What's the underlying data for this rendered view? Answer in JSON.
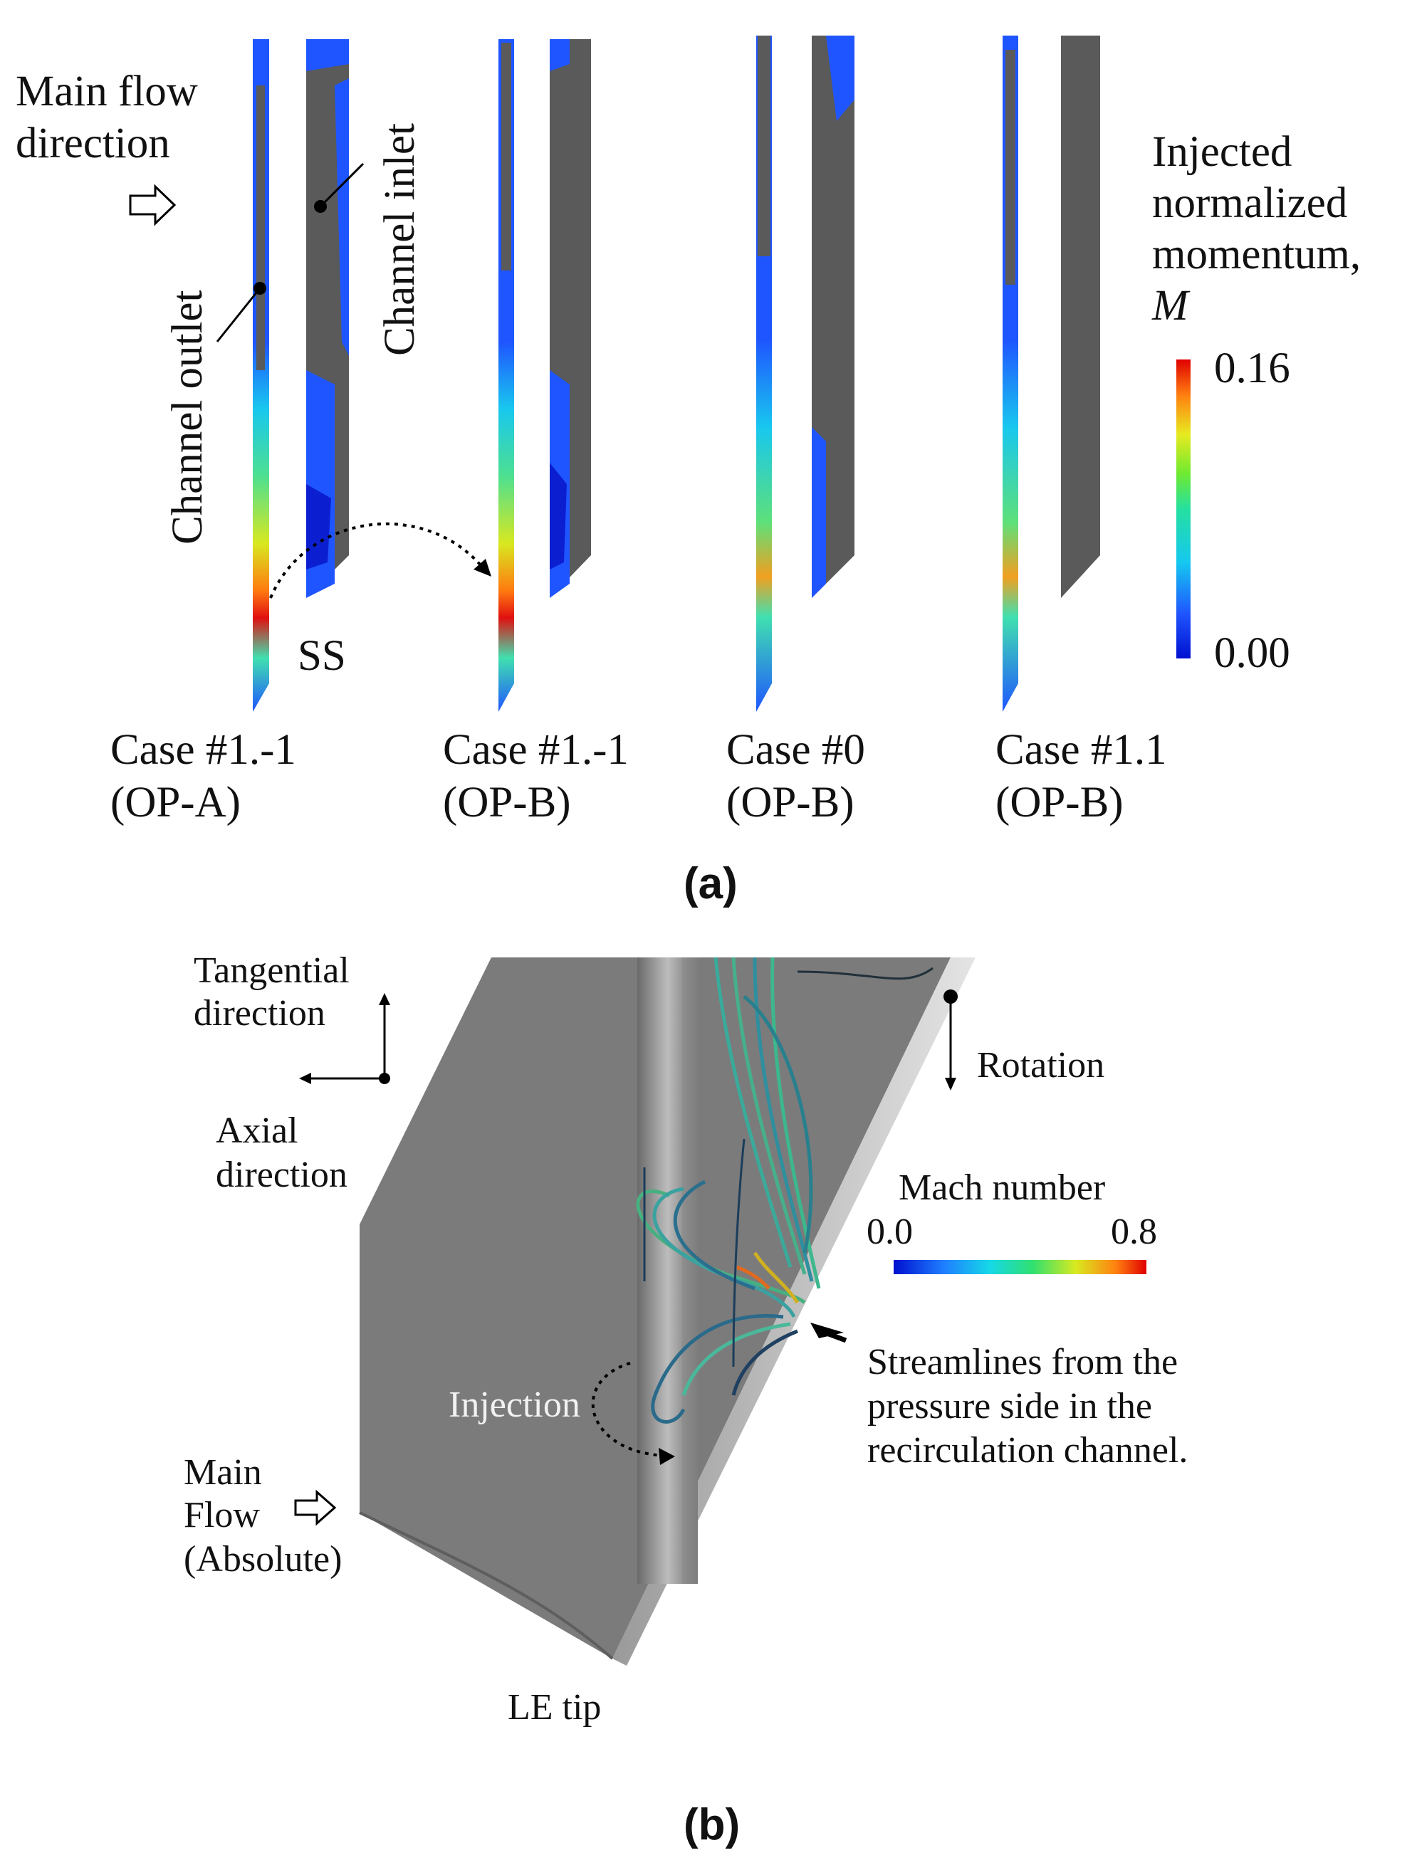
{
  "panel_a": {
    "main_flow_line1": "Main flow",
    "main_flow_line2": "direction",
    "channel_outlet": "Channel outlet",
    "channel_inlet": "Channel inlet",
    "ss": "SS",
    "colorbar_title_line1": "Injected",
    "colorbar_title_line2": "normalized",
    "colorbar_title_line3": "momentum,",
    "colorbar_symbol": "M",
    "colorbar_max": "0.16",
    "colorbar_min": "0.00",
    "cases": [
      {
        "line1": "Case #1.-1",
        "line2": "(OP-A)"
      },
      {
        "line1": "Case #1.-1",
        "line2": "(OP-B)"
      },
      {
        "line1": "Case #0",
        "line2": "(OP-B)"
      },
      {
        "line1": "Case #1.1",
        "line2": "(OP-B)"
      }
    ],
    "caption": "(a)"
  },
  "panel_b": {
    "tangential_line1": "Tangential",
    "tangential_line2": "direction",
    "axial_line1": "Axial",
    "axial_line2": "direction",
    "rotation": "Rotation",
    "mach_title": "Mach number",
    "mach_min": "0.0",
    "mach_max": "0.8",
    "injection": "Injection",
    "streamlines_line1": "Streamlines from the",
    "streamlines_line2": "pressure side in the",
    "streamlines_line3": "recirculation channel.",
    "main_flow_line1": "Main",
    "main_flow_line2": "Flow",
    "main_flow_line3": "(Absolute)",
    "le_tip": "LE tip",
    "caption": "(b)"
  },
  "colors": {
    "surface_grey": "#5a5a5a",
    "blade_grey": "#7a7a7a",
    "contour_blue": "#1f4cff",
    "contour_red": "#e01010"
  }
}
